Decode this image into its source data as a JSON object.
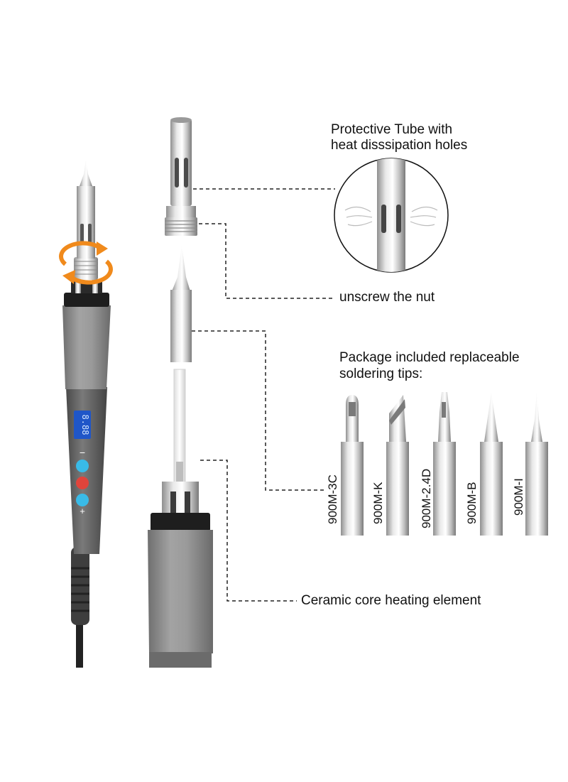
{
  "labels": {
    "protective_tube_line1": "Protective Tube with",
    "protective_tube_line2": "heat disssipation holes",
    "unscrew_nut": "unscrew the nut",
    "package_line1": "Package included replaceable",
    "package_line2": "soldering tips:",
    "ceramic_core": "Ceramic core heating element"
  },
  "tips": [
    {
      "name": "900M-3C",
      "shape": "chisel-bevel"
    },
    {
      "name": "900M-K",
      "shape": "knife"
    },
    {
      "name": "900M-2.4D",
      "shape": "screwdriver"
    },
    {
      "name": "900M-B",
      "shape": "conical"
    },
    {
      "name": "900M-I",
      "shape": "fine-point"
    }
  ],
  "iron": {
    "display_value": "8.88",
    "minus_symbol": "−",
    "plus_symbol": "+"
  },
  "colors": {
    "handle_gray": "#8d8d8d",
    "body_dark": "#5e5e5e",
    "metal": "#c9c9c9",
    "lcd_blue": "#2f6fd6",
    "button_cyan": "#37b9e6",
    "button_red": "#e0443a",
    "rotate_arrow": "#f08a1c"
  },
  "icons": [
    "rotate-arrows-icon",
    "air-flow-icon"
  ]
}
